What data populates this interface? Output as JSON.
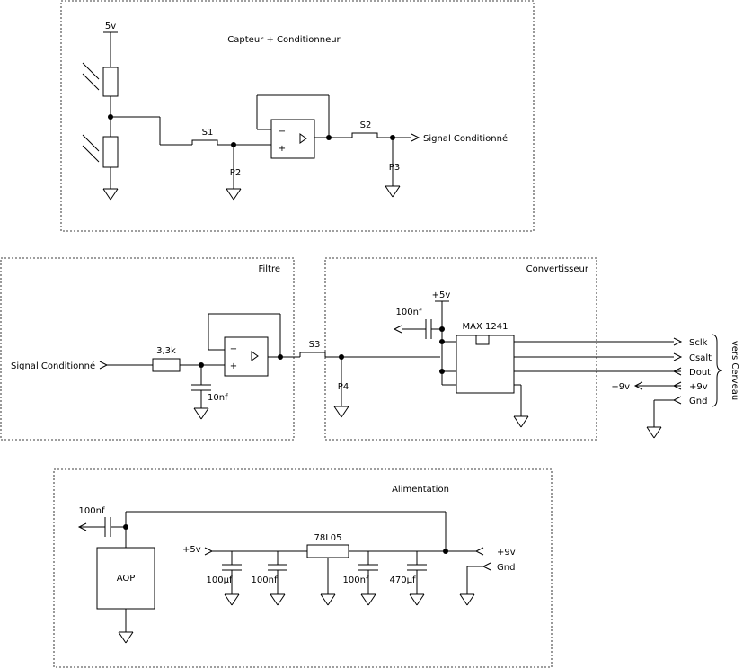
{
  "sections": {
    "capteur": "Capteur + Conditionneur",
    "filtre": "Filtre",
    "convertisseur": "Convertisseur",
    "alimentation": "Alimentation"
  },
  "capteur": {
    "supply": "5v",
    "s1": "S1",
    "s2": "S2",
    "p2": "P2",
    "p3": "P3",
    "minus": "−",
    "plus": "+",
    "output": "Signal Conditionné"
  },
  "filtre": {
    "input": "Signal Conditionné",
    "resistor": "3,3k",
    "capacitor": "10nf",
    "s3": "S3",
    "p4": "P4",
    "minus": "−",
    "plus": "+"
  },
  "convertisseur": {
    "supply": "+5v",
    "decoupling": "100nf",
    "chip": "MAX 1241",
    "pins": [
      "Sclk",
      "Csalt",
      "Dout",
      "+9v",
      "Gnd"
    ],
    "bus_label": "vers Cerveau"
  },
  "alimentation": {
    "decoupling": "100nf",
    "block": "AOP",
    "out_supply": "+5v",
    "regulator": "78L05",
    "caps": [
      "100µf",
      "100nf",
      "100nf",
      "470µf"
    ],
    "in_supply": "+9v",
    "gnd": "Gnd"
  }
}
